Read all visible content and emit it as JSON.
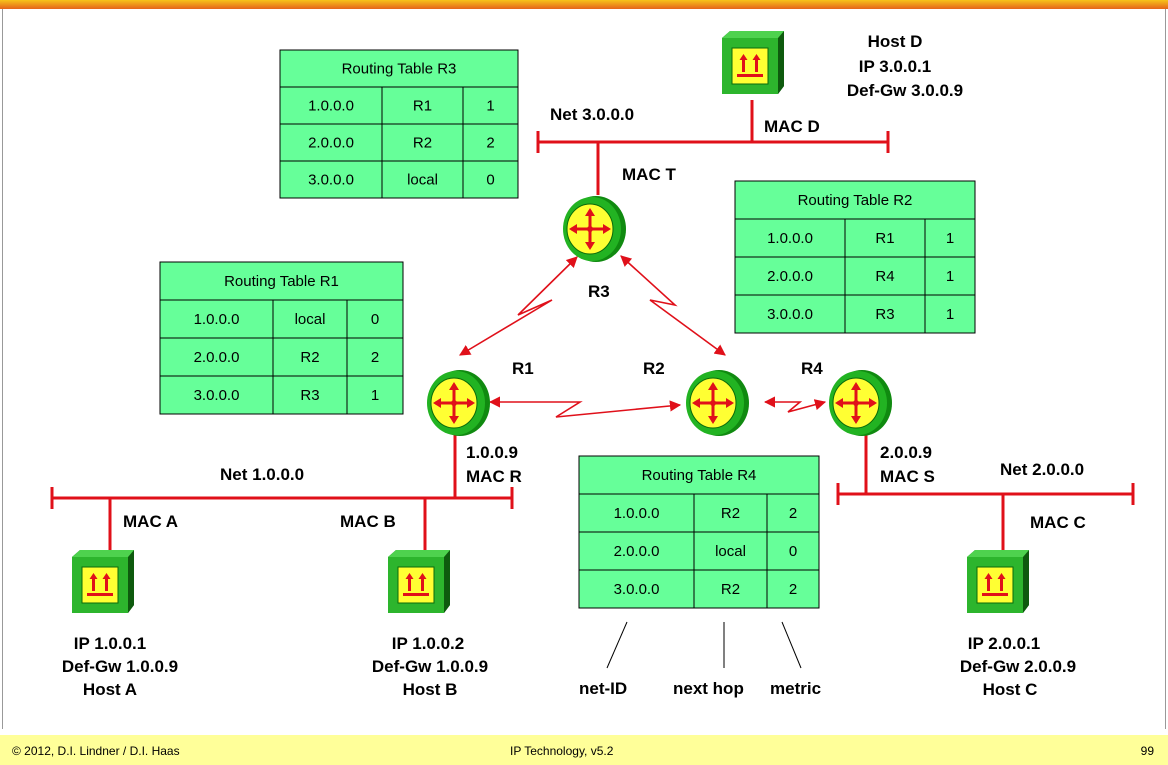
{
  "tables": {
    "r3": {
      "title": "Routing Table R3",
      "rows": [
        [
          "1.0.0.0",
          "R1",
          "1"
        ],
        [
          "2.0.0.0",
          "R2",
          "2"
        ],
        [
          "3.0.0.0",
          "local",
          "0"
        ]
      ]
    },
    "r2": {
      "title": "Routing Table R2",
      "rows": [
        [
          "1.0.0.0",
          "R1",
          "1"
        ],
        [
          "2.0.0.0",
          "R4",
          "1"
        ],
        [
          "3.0.0.0",
          "R3",
          "1"
        ]
      ]
    },
    "r1": {
      "title": "Routing Table R1",
      "rows": [
        [
          "1.0.0.0",
          "local",
          "0"
        ],
        [
          "2.0.0.0",
          "R2",
          "2"
        ],
        [
          "3.0.0.0",
          "R3",
          "1"
        ]
      ]
    },
    "r4": {
      "title": "Routing Table R4",
      "rows": [
        [
          "1.0.0.0",
          "R2",
          "2"
        ],
        [
          "2.0.0.0",
          "local",
          "0"
        ],
        [
          "3.0.0.0",
          "R2",
          "2"
        ]
      ]
    }
  },
  "routers": {
    "r1": "R1",
    "r2": "R2",
    "r3": "R3",
    "r4": "R4"
  },
  "networks": {
    "net1": "Net 1.0.0.0",
    "net2": "Net 2.0.0.0",
    "net3": "Net 3.0.0.0"
  },
  "macs": {
    "a": "MAC A",
    "b": "MAC B",
    "c": "MAC C",
    "d": "MAC D",
    "r": "MAC R",
    "s": "MAC S",
    "t": "MAC T"
  },
  "gateways": {
    "r1_ip": "1.0.0.9",
    "r4_ip": "2.0.0.9"
  },
  "hosts": {
    "a": {
      "ip": "IP 1.0.0.1",
      "gw": "Def-Gw  1.0.0.9",
      "name": "Host A"
    },
    "b": {
      "ip": "IP 1.0.0.2",
      "gw": "Def-Gw  1.0.0.9",
      "name": "Host B"
    },
    "c": {
      "ip": "IP 2.0.0.1",
      "gw": "Def-Gw  2.0.0.9",
      "name": "Host C"
    },
    "d": {
      "name": "Host D",
      "ip": "IP 3.0.0.1",
      "gw": "Def-Gw  3.0.0.9"
    }
  },
  "legend": {
    "netid": "net-ID",
    "nexthop": "next hop",
    "metric": "metric"
  },
  "footer": {
    "left": "© 2012, D.I. Lindner / D.I. Haas",
    "center": "IP Technology, v5.2",
    "page": "99"
  },
  "colors": {
    "table_fill": "#66ff99",
    "link": "#e0101a",
    "router_fill": "#18a818",
    "host_fill": "#2db52d",
    "icon_yellow": "#ffff33"
  }
}
